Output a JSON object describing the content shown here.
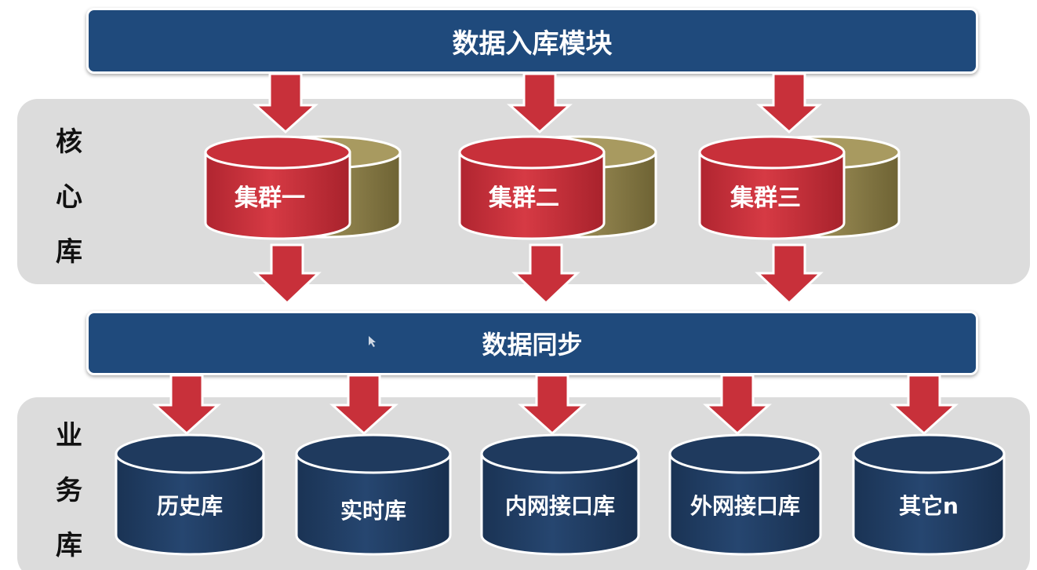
{
  "top_bar": {
    "label": "数据入库模块"
  },
  "core_group": {
    "label_chars": [
      "核",
      "心",
      "库"
    ],
    "clusters": [
      "集群一",
      "集群二",
      "集群三"
    ]
  },
  "sync_bar": {
    "label": "数据同步"
  },
  "business_group": {
    "label_chars": [
      "业",
      "务",
      "库"
    ],
    "databases": [
      "历史库",
      "实时库",
      "内网接口库",
      "外网接口库",
      "其它n"
    ]
  },
  "colors": {
    "bar_blue": "#1f4a7c",
    "cluster_red": "#c8303a",
    "cluster_shadow_olive": "#8a7d48",
    "database_navy": "#1f3a5e",
    "arrow_red": "#c8303a",
    "panel_gray": "#dcdcdc"
  }
}
